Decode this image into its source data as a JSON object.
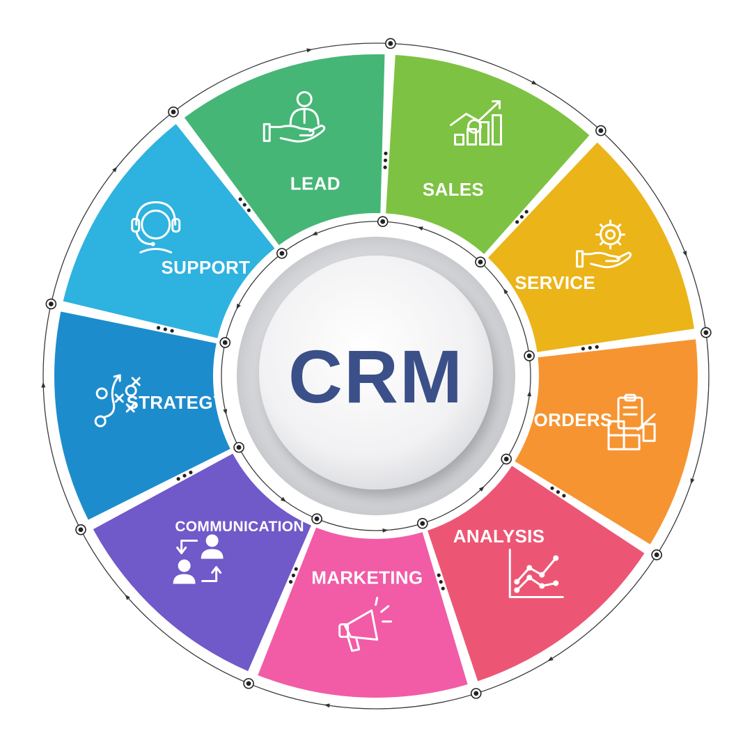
{
  "center": {
    "label": "CRM"
  },
  "segments": [
    {
      "id": "sales",
      "label": "SALES",
      "icon": "sales-growth-icon",
      "color": "#7dc242"
    },
    {
      "id": "service",
      "label": "SERVICE",
      "icon": "gear-hand-icon",
      "color": "#ebb418"
    },
    {
      "id": "orders",
      "label": "ORDERS",
      "icon": "clipboard-boxes-icon",
      "color": "#f69432"
    },
    {
      "id": "analysis",
      "label": "ANALYSIS",
      "icon": "line-chart-icon",
      "color": "#ec5674"
    },
    {
      "id": "marketing",
      "label": "MARKETING",
      "icon": "megaphone-icon",
      "color": "#f25ba6"
    },
    {
      "id": "communication",
      "label": "COMMUNICATION",
      "icon": "people-exchange-icon",
      "color": "#7059c8"
    },
    {
      "id": "strategy",
      "label": "STRATEGY",
      "icon": "strategy-play-icon",
      "color": "#1d8ccc"
    },
    {
      "id": "support",
      "label": "SUPPORT",
      "icon": "headset-icon",
      "color": "#2eb2df"
    },
    {
      "id": "lead",
      "label": "LEAD",
      "icon": "hand-person-icon",
      "color": "#45b676"
    }
  ],
  "colors": {
    "center_text": "#3b5088",
    "ring": "#ffffff",
    "node": "#222222"
  }
}
